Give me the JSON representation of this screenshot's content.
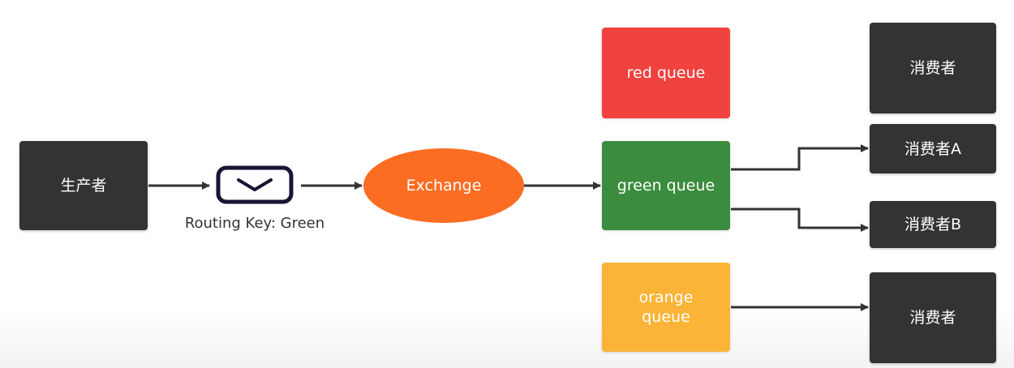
{
  "producer": {
    "label": "生产者"
  },
  "message": {
    "routing_key_label": "Routing Key: Green",
    "icon": "envelope-icon"
  },
  "exchange": {
    "label": "Exchange"
  },
  "queues": {
    "red": {
      "label": "red queue"
    },
    "green": {
      "label": "green queue"
    },
    "orange": {
      "label": "orange\nqueue"
    }
  },
  "consumers": {
    "red": {
      "label": "消费者"
    },
    "green_a": {
      "label": "消费者A"
    },
    "green_b": {
      "label": "消费者B"
    },
    "orange": {
      "label": "消费者"
    }
  },
  "colors": {
    "dark_box": "#333333",
    "red_queue": "#f0423f",
    "green_queue": "#3b8c3e",
    "orange_queue": "#fbb437",
    "exchange": "#fb6d23",
    "envelope_outline": "#1c1333",
    "arrow": "#333333"
  }
}
